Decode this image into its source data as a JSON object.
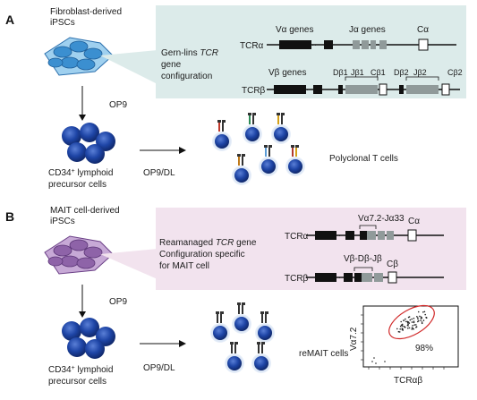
{
  "panel_a": {
    "letter": "A",
    "source_line1": "Fibroblast-derived",
    "source_line2": "iPSCs",
    "callout_line1": "Gern-lins ",
    "callout_tcr": "TCR",
    "callout_line2": "gene",
    "callout_line3": "configuration",
    "tcra_label": "TCRα",
    "tcrb_label": "TCRβ",
    "va_genes": "Vα genes",
    "ja_genes": "Jα genes",
    "ca": "Cα",
    "vb_genes": "Vβ genes",
    "db1": "Dβ1",
    "jb1": "Jβ1",
    "cb1": "Cβ1",
    "db2": "Dβ2",
    "jb2": "Jβ2",
    "cb2": "Cβ2",
    "op9": "OP9",
    "op9dl": "OP9/DL",
    "progenitor_line1": "CD34",
    "progenitor_sup": "+",
    "progenitor_line1b": " lymphoid",
    "progenitor_line2": "precursor cells",
    "result": "Polyclonal T cells"
  },
  "panel_b": {
    "letter": "B",
    "source_line1": "MAIT cell-derived",
    "source_line2": "iPSCs",
    "callout_line1a": "Reamanaged ",
    "callout_tcr": "TCR",
    "callout_line1b": " gene",
    "callout_line2": "Configuration specific",
    "callout_line3": "for MAIT cell",
    "tcra_label": "TCRα",
    "tcrb_label": "TCRβ",
    "va_rearr": "Vα7.2-Jα33",
    "ca": "Cα",
    "vb_rearr": "Vβ-Dβ-Jβ",
    "cb": "Cβ",
    "op9": "OP9",
    "op9dl": "OP9/DL",
    "progenitor_line1": "CD34",
    "progenitor_sup": "+",
    "progenitor_line1b": " lymphoid",
    "progenitor_line2": "precursor cells",
    "result": "reMAIT cells",
    "plot_ylabel": "Vα7.2",
    "plot_xlabel": "TCRαβ",
    "plot_percent": "98%"
  },
  "colors": {
    "callout_a_bg": "#dcebea",
    "callout_b_bg": "#f2e3ee",
    "ipsc_a": "#3b8fd0",
    "ipsc_b": "#8e63a8",
    "cell_blue": "#1a3f9b",
    "gate_red": "#d12a2a"
  }
}
